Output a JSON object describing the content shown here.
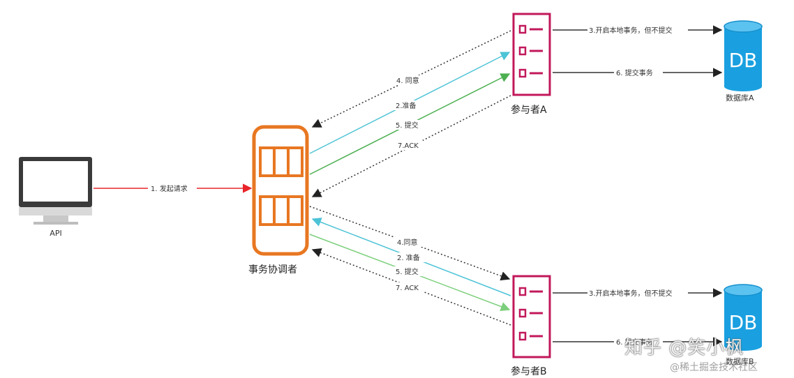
{
  "nodes": {
    "api": "API",
    "coordinator": "事务协调者",
    "participant_a": "参与者A",
    "participant_b": "参与者B",
    "db_a": "数据库A",
    "db_b": "数据库B",
    "db_icon_text": "DB"
  },
  "edges": {
    "start_request": "1. 发起请求",
    "a_agree": "4. 同意",
    "a_prepare": "2.准备",
    "a_commit": "5. 提交",
    "a_ack": "7.ACK",
    "b_agree": "4.同意",
    "b_prepare": "2. 准备",
    "b_commit": "5. 提交",
    "b_ack": "7. ACK",
    "a_local_tx": "3.开启本地事务，但不提交",
    "a_commit_tx": "6. 提交事务",
    "b_local_tx": "3.开启本地事务，但不提交",
    "b_commit_tx": "6. 提交事务"
  },
  "watermark": {
    "main": "知乎 @笑小枫",
    "sub": "@稀土掘金技术社区"
  },
  "colors": {
    "api_arrow": "#e8232a",
    "prepare_arrow": "#4dc3d6",
    "commit_arrow_a": "#4caf50",
    "commit_arrow_b": "#7ccf7c",
    "coordinator": "#e87722",
    "participant": "#c2185b",
    "database": "#1aa0e0",
    "dotted": "#333333"
  }
}
